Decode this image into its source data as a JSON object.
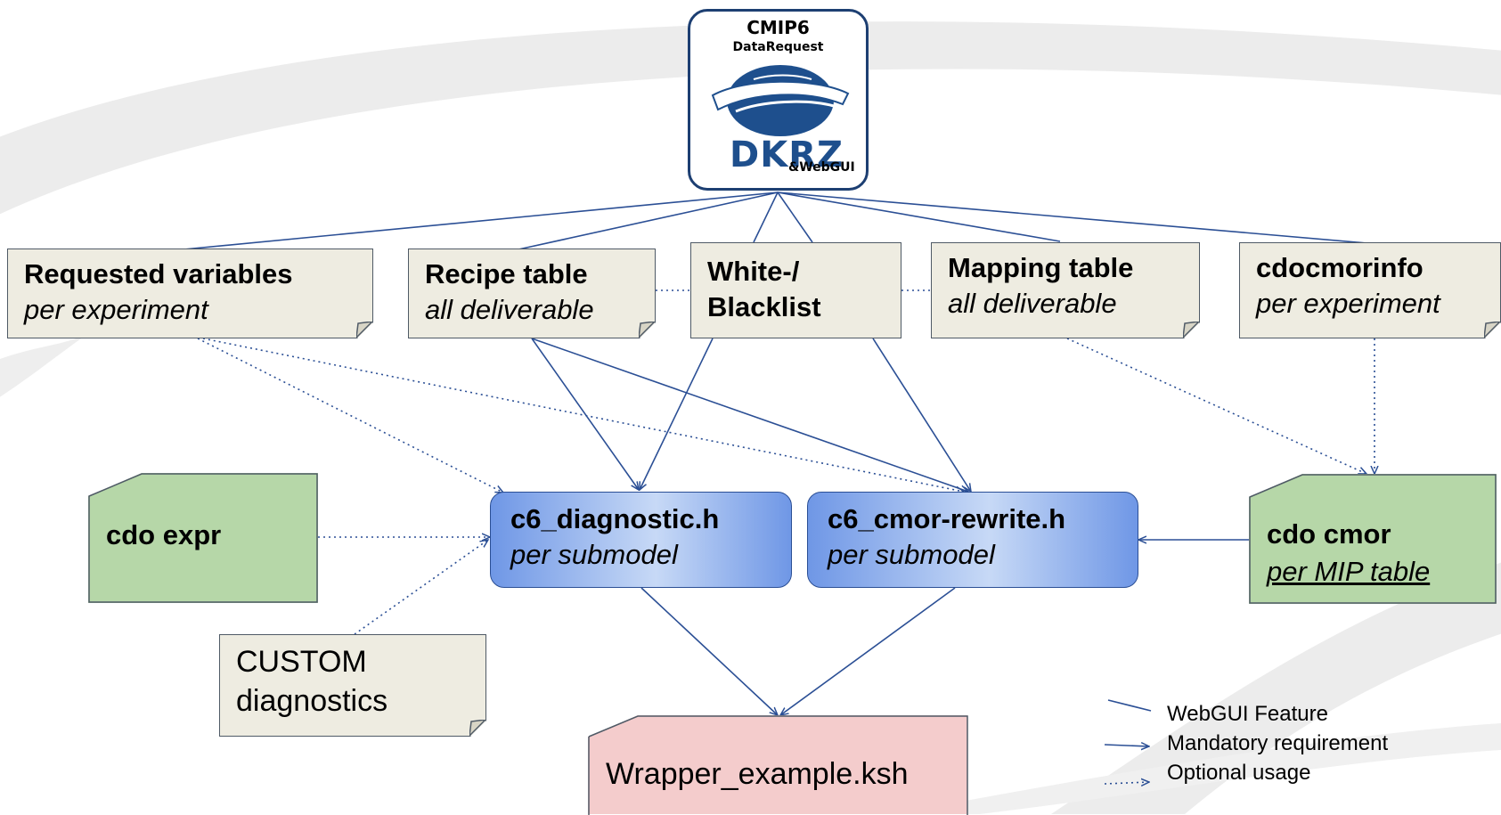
{
  "logo": {
    "line1": "CMIP6",
    "line2": "DataRequest",
    "wordmark": "DKRZ",
    "sub": "&WebGUI"
  },
  "nodes": {
    "requested_variables": {
      "title": "Requested variables",
      "sub": "per experiment"
    },
    "recipe_table": {
      "title": "Recipe table",
      "sub": "all deliverable"
    },
    "white_blacklist": {
      "line1": "White-/",
      "line2": "Blacklist"
    },
    "mapping_table": {
      "title": "Mapping table",
      "sub": "all deliverable"
    },
    "cdocmorinfo": {
      "title": "cdocmorinfo",
      "sub": "per experiment"
    },
    "cdo_expr": {
      "title": "cdo expr"
    },
    "c6_diagnostic": {
      "title": "c6_diagnostic.h",
      "sub": "per submodel"
    },
    "c6_cmor_rewrite": {
      "title": "c6_cmor-rewrite.h",
      "sub": "per submodel"
    },
    "cdo_cmor": {
      "title": "cdo cmor",
      "sub": "per MIP table"
    },
    "custom_diagnostics": {
      "line1": "CUSTOM",
      "line2": "diagnostics"
    },
    "wrapper": {
      "title": "Wrapper_example.ksh"
    }
  },
  "legend": {
    "webgui": "WebGUI Feature",
    "mandatory": "Mandatory requirement",
    "optional": "Optional usage"
  },
  "colors": {
    "note_fill": "#eeece1",
    "green_fill": "#b6d7a8",
    "blue_fill": "#6f97e6",
    "pink_fill": "#f4cccc",
    "line": "#2b4f95"
  },
  "edges": [
    {
      "from": "logo",
      "to": "requested_variables",
      "style": "webgui"
    },
    {
      "from": "logo",
      "to": "recipe_table",
      "style": "webgui"
    },
    {
      "from": "logo",
      "to": "white_blacklist",
      "style": "webgui"
    },
    {
      "from": "logo",
      "to": "mapping_table",
      "style": "webgui"
    },
    {
      "from": "logo",
      "to": "cdocmorinfo",
      "style": "webgui"
    },
    {
      "from": "recipe_table",
      "to": "white_blacklist",
      "style": "optional"
    },
    {
      "from": "white_blacklist",
      "to": "mapping_table",
      "style": "optional"
    },
    {
      "from": "requested_variables",
      "to": "c6_diagnostic",
      "style": "optional"
    },
    {
      "from": "requested_variables",
      "to": "c6_cmor_rewrite",
      "style": "optional"
    },
    {
      "from": "recipe_table",
      "to": "c6_diagnostic",
      "style": "mandatory"
    },
    {
      "from": "recipe_table",
      "to": "c6_cmor_rewrite",
      "style": "mandatory"
    },
    {
      "from": "white_blacklist",
      "to": "c6_diagnostic",
      "style": "mandatory"
    },
    {
      "from": "white_blacklist",
      "to": "c6_cmor_rewrite",
      "style": "mandatory"
    },
    {
      "from": "mapping_table",
      "to": "cdo_cmor",
      "style": "optional"
    },
    {
      "from": "cdocmorinfo",
      "to": "cdo_cmor",
      "style": "optional"
    },
    {
      "from": "cdo_expr",
      "to": "c6_diagnostic",
      "style": "optional"
    },
    {
      "from": "custom_diagnostics",
      "to": "c6_diagnostic",
      "style": "optional"
    },
    {
      "from": "cdo_cmor",
      "to": "c6_cmor_rewrite",
      "style": "mandatory"
    },
    {
      "from": "c6_diagnostic",
      "to": "wrapper",
      "style": "mandatory"
    },
    {
      "from": "c6_cmor_rewrite",
      "to": "wrapper",
      "style": "mandatory"
    }
  ]
}
